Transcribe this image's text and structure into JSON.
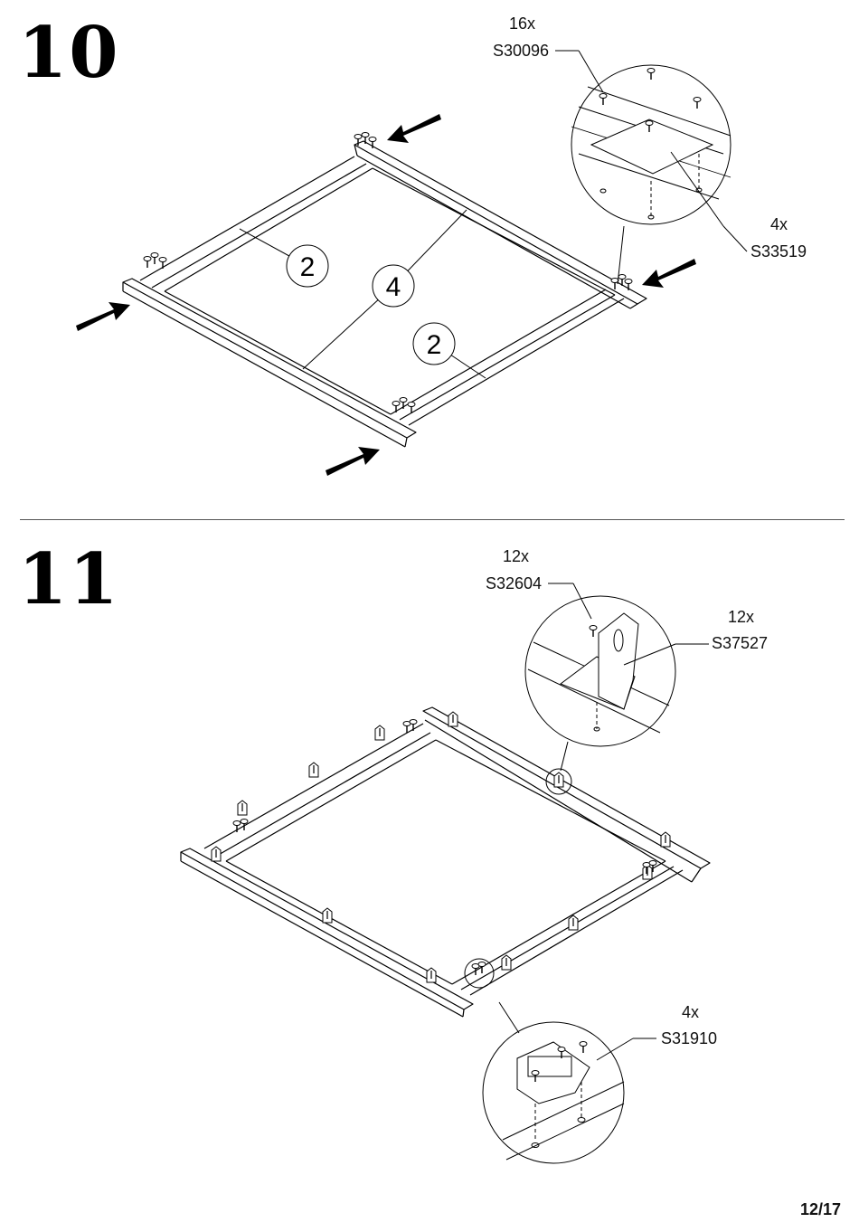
{
  "step10": {
    "number": "10",
    "parts": [
      {
        "qty": "16x",
        "code": "S30096"
      },
      {
        "qty": "4x",
        "code": "S33519"
      }
    ],
    "callouts": [
      "2",
      "4",
      "2"
    ]
  },
  "step11": {
    "number": "11",
    "parts": [
      {
        "qty": "12x",
        "code": "S32604"
      },
      {
        "qty": "12x",
        "code": "S37527"
      },
      {
        "qty": "4x",
        "code": "S31910"
      }
    ]
  },
  "footer": {
    "page": "12/17"
  }
}
